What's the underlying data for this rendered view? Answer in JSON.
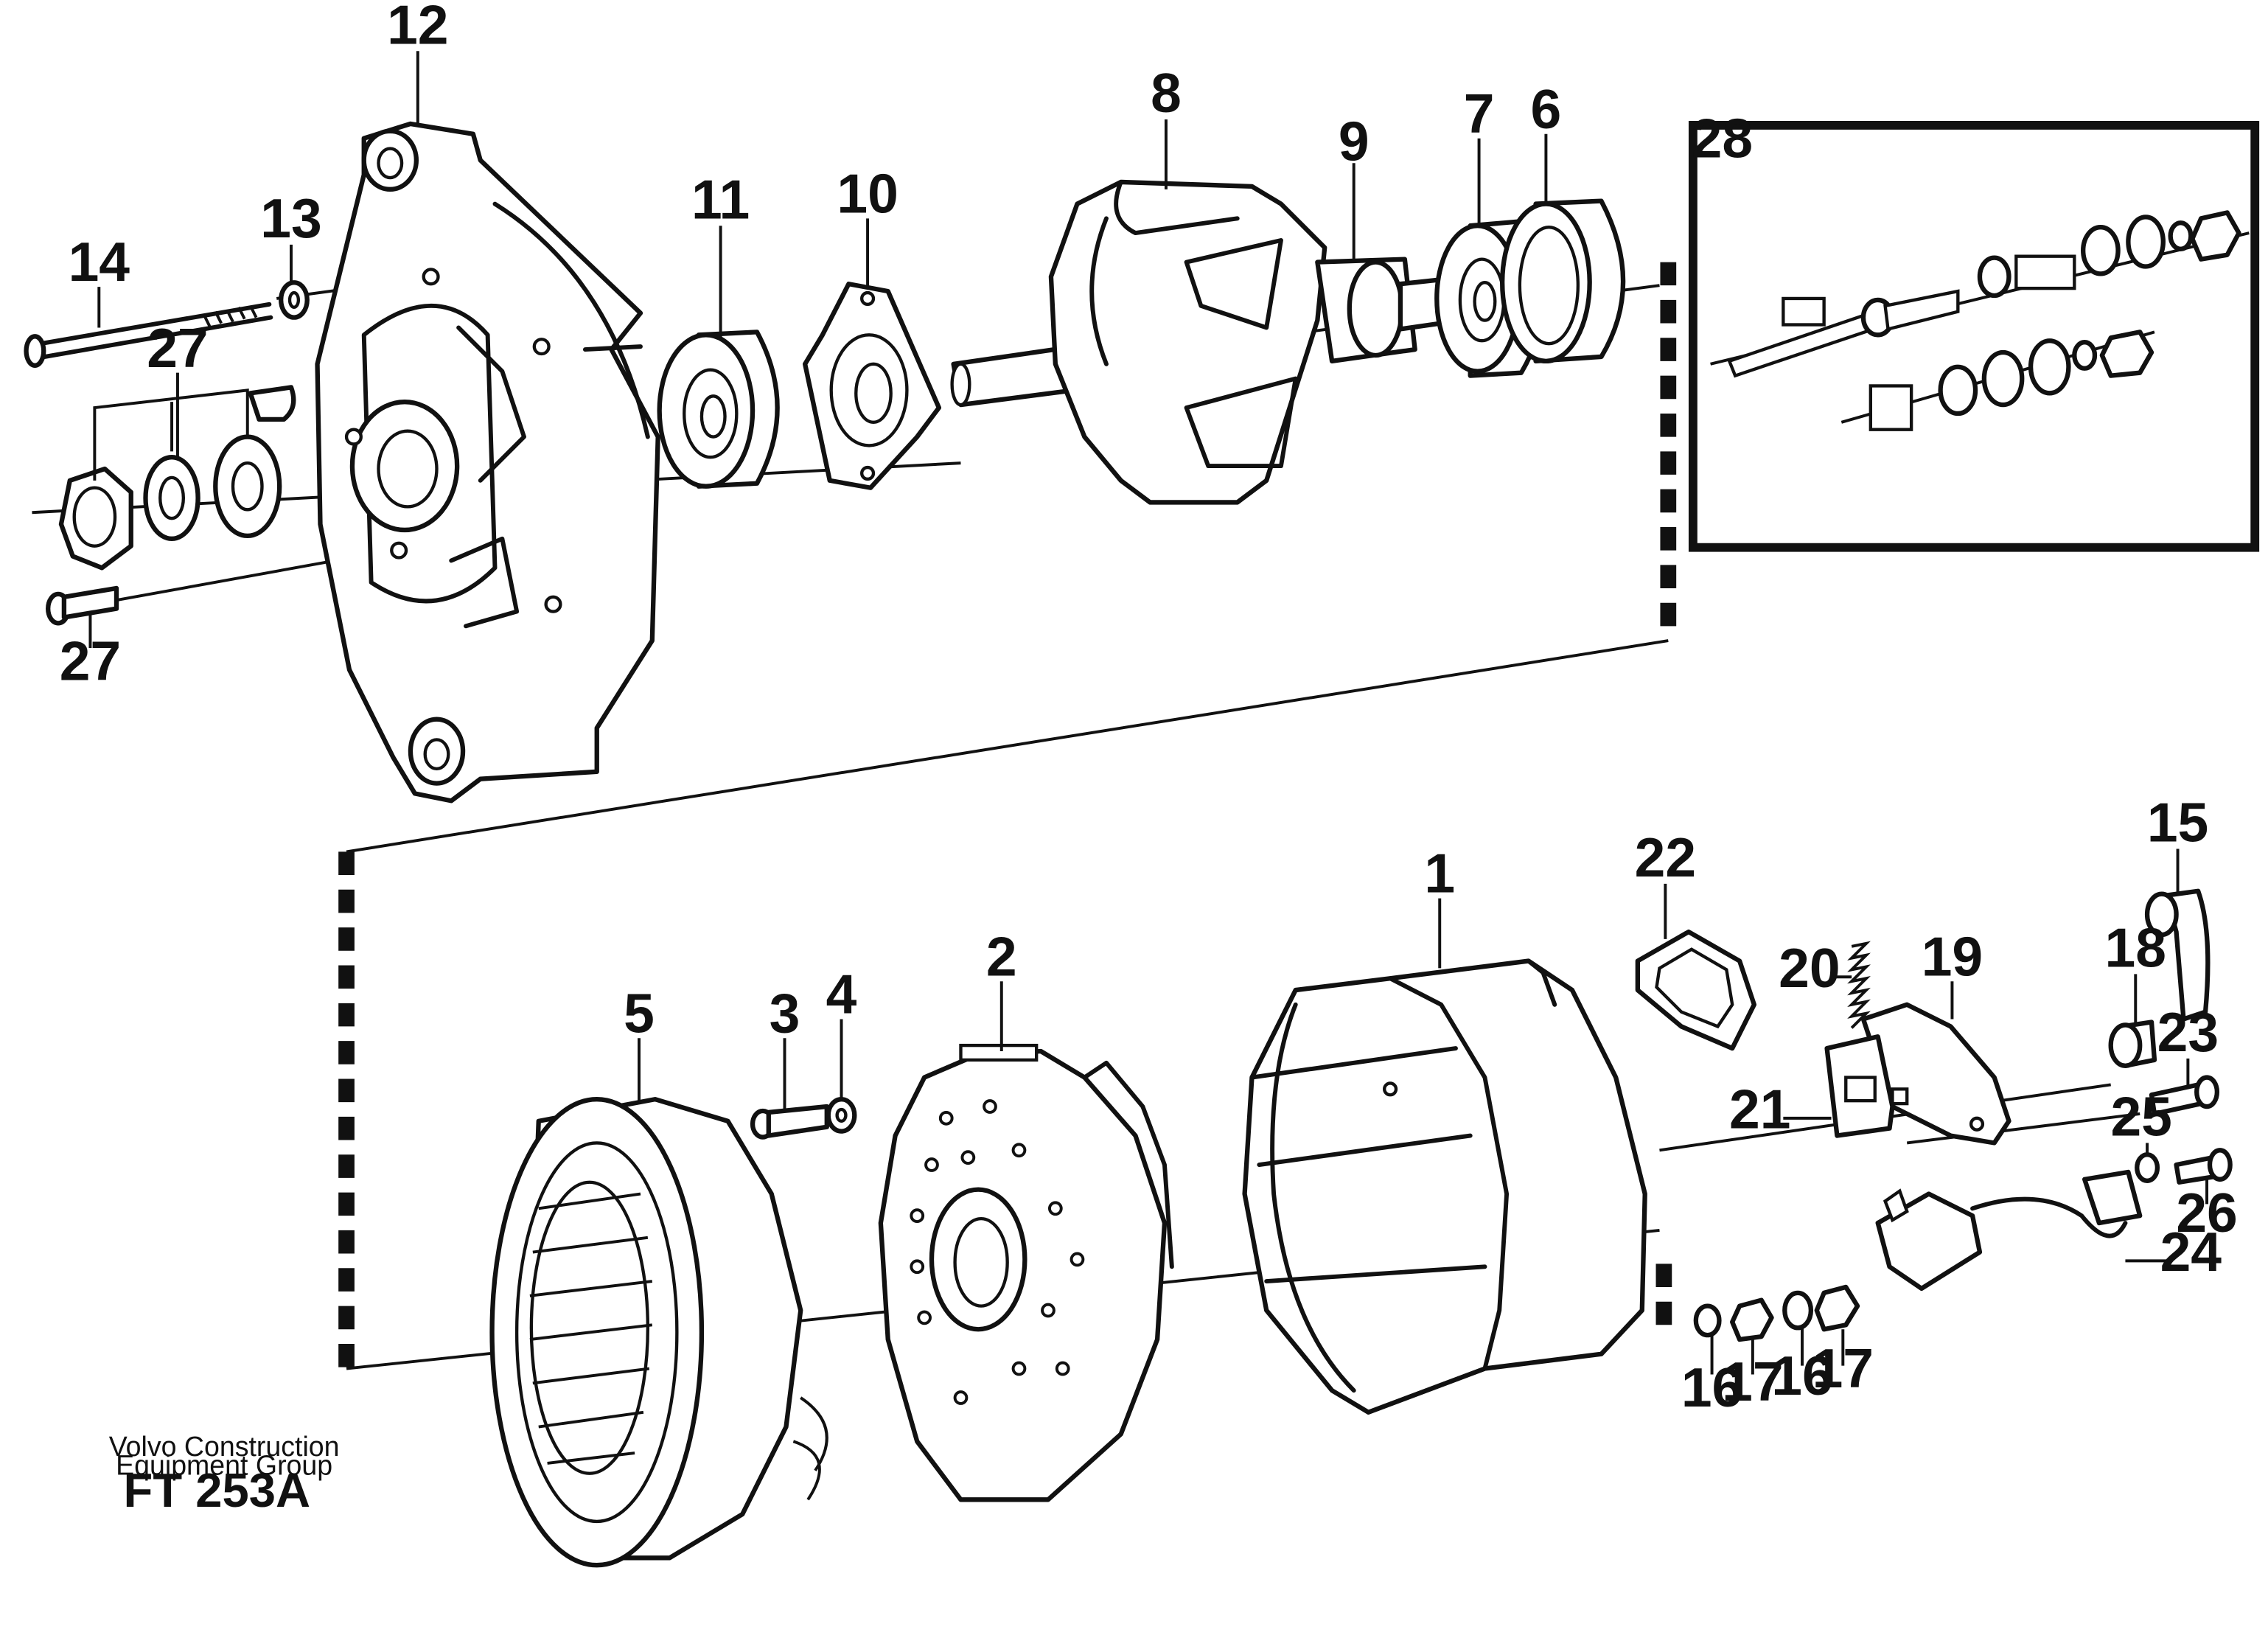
{
  "caption": {
    "line1": "Volvo Construction",
    "line2": "Equipment Group",
    "code": "FT 253A"
  },
  "labels": {
    "p1": "1",
    "p2": "2",
    "p3": "3",
    "p4": "4",
    "p5": "5",
    "p6": "6",
    "p7": "7",
    "p8": "8",
    "p9": "9",
    "p10": "10",
    "p11": "11",
    "p12": "12",
    "p13": "13",
    "p14": "14",
    "p15": "15",
    "p16a": "16",
    "p16b": "16",
    "p17a": "17",
    "p17b": "17",
    "p18": "18",
    "p19": "19",
    "p20": "20",
    "p21": "21",
    "p22": "22",
    "p23": "23",
    "p24": "24",
    "p25": "25",
    "p26": "26",
    "p27a": "27",
    "p27b": "27",
    "p28": "28"
  }
}
